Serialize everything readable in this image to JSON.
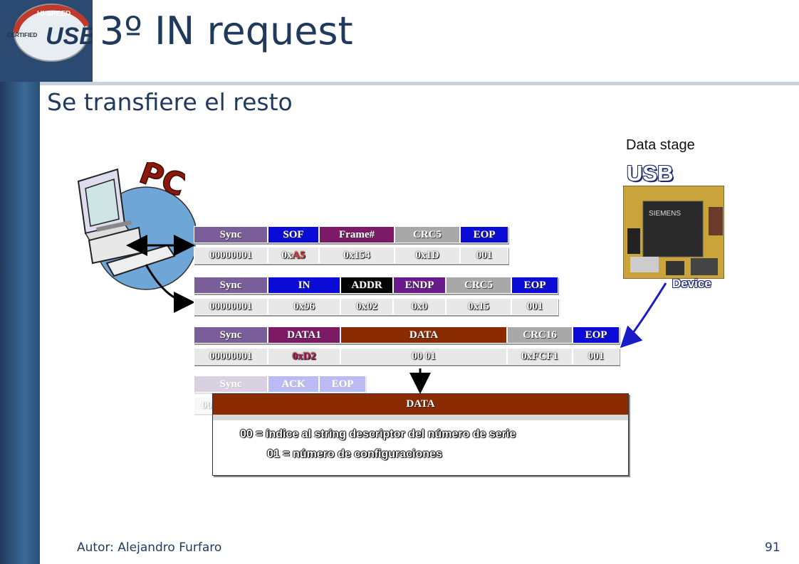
{
  "slide": {
    "title": "3º IN request",
    "subtitle": "Se transfiere el resto",
    "author": "Autor: Alejandro Furfaro",
    "page_number": "91"
  },
  "logo": {
    "top": "HI-SPEED",
    "main": "USB",
    "side": "CERTIFIED"
  },
  "pc_label": "PC",
  "device": {
    "stage_label": "Data stage",
    "usb_label": "USB",
    "device_label": "Device",
    "chip_text": "SIEMENS"
  },
  "packets": {
    "sof": {
      "headers": [
        "Sync",
        "SOF",
        "Frame#",
        "CRC5",
        "EOP"
      ],
      "values": [
        "00000001",
        "0xA5",
        "0x154",
        "0x1D",
        "001"
      ]
    },
    "in": {
      "headers": [
        "Sync",
        "IN",
        "ADDR",
        "ENDP",
        "CRC5",
        "EOP"
      ],
      "values": [
        "00000001",
        "0x96",
        "0x02",
        "0x0",
        "0x15",
        "001"
      ]
    },
    "data": {
      "headers": [
        "Sync",
        "DATA1",
        "DATA",
        "CRC16",
        "EOP"
      ],
      "values": [
        "00000001",
        "0xD2",
        "00 01",
        "0xFCF1",
        "001"
      ]
    },
    "ack": {
      "headers": [
        "Sync",
        "ACK",
        "EOP"
      ],
      "values": [
        "00"
      ]
    }
  },
  "popup": {
    "header": "DATA",
    "line1": "00 = índice al string descriptor del número de serie",
    "line2": "01 = número de configuraciones"
  },
  "colors": {
    "title": "#1f3a5c",
    "data_brown": "#8a2a00",
    "token_blue": "#0b0bd8",
    "arrow": "#1a1ac8"
  }
}
